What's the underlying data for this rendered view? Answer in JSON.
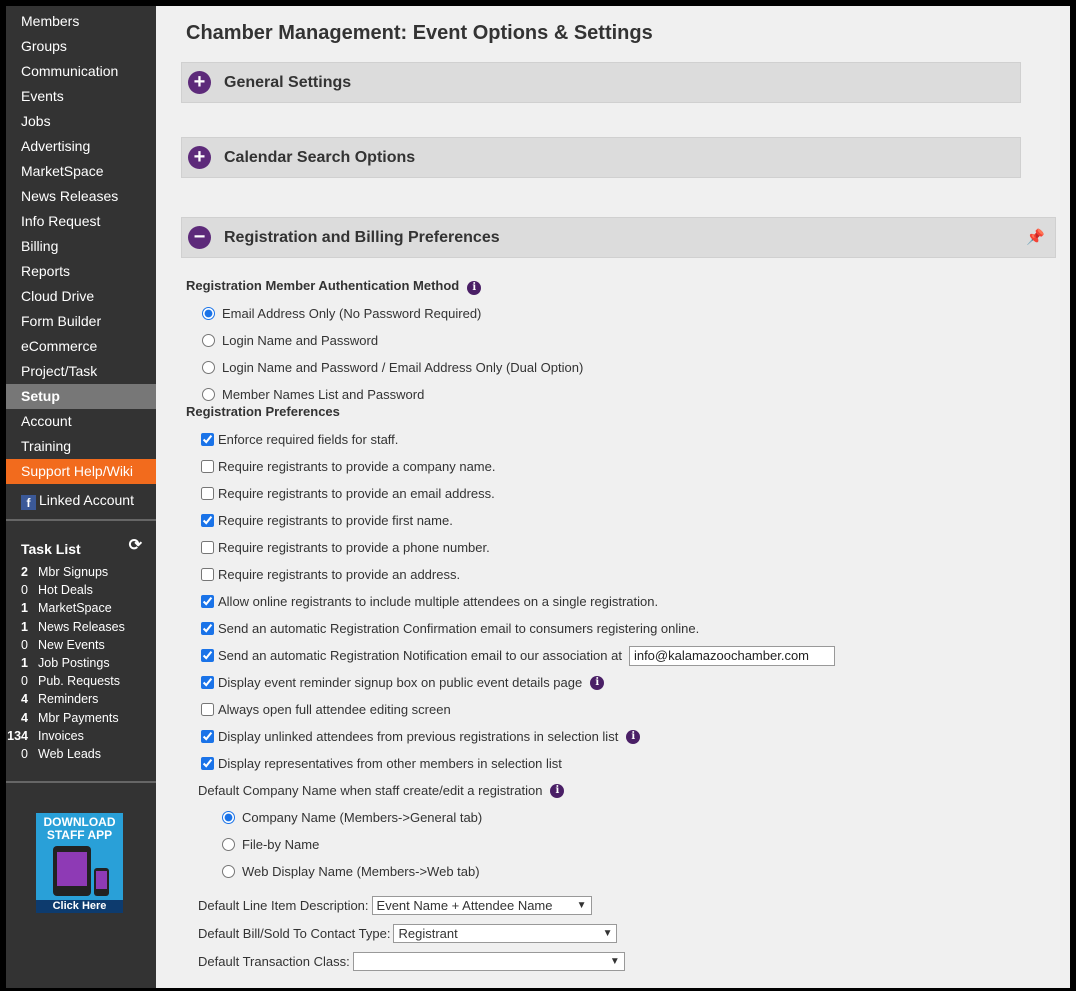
{
  "sidebar": {
    "items": [
      "Members",
      "Groups",
      "Communication",
      "Events",
      "Jobs",
      "Advertising",
      "MarketSpace",
      "News Releases",
      "Info Request",
      "Billing",
      "Reports",
      "Cloud Drive",
      "Form Builder",
      "eCommerce",
      "Project/Task",
      "Setup",
      "Account",
      "Training",
      "Support Help/Wiki"
    ],
    "active": "Setup",
    "linked_account": "Linked Account",
    "task_list": {
      "title": "Task List",
      "items": [
        {
          "count": "2",
          "label": "Mbr Signups",
          "bold": true
        },
        {
          "count": "0",
          "label": "Hot Deals",
          "bold": false
        },
        {
          "count": "1",
          "label": "MarketSpace",
          "bold": true
        },
        {
          "count": "1",
          "label": "News Releases",
          "bold": true
        },
        {
          "count": "0",
          "label": "New Events",
          "bold": false
        },
        {
          "count": "1",
          "label": "Job Postings",
          "bold": true
        },
        {
          "count": "0",
          "label": "Pub. Requests",
          "bold": false
        },
        {
          "count": "4",
          "label": "Reminders",
          "bold": true
        },
        {
          "count": "4",
          "label": "Mbr Payments",
          "bold": true
        },
        {
          "count": "134",
          "label": "Invoices",
          "bold": true
        },
        {
          "count": "0",
          "label": "Web Leads",
          "bold": false
        }
      ]
    },
    "ad": {
      "line1": "DOWNLOAD",
      "line2": "STAFF APP",
      "cta": "Click Here"
    }
  },
  "main": {
    "title": "Chamber Management: Event Options & Settings",
    "panels": [
      "General Settings",
      "Calendar Search Options",
      "Registration and Billing Preferences"
    ],
    "auth": {
      "heading": "Registration Member Authentication Method",
      "options": [
        "Email Address Only (No Password Required)",
        "Login Name and Password",
        "Login Name and Password / Email Address Only (Dual Option)",
        "Member Names List and Password"
      ],
      "selected": 0
    },
    "prefs": {
      "heading": "Registration Preferences",
      "items": [
        {
          "label": "Enforce required fields for staff.",
          "checked": true
        },
        {
          "label": "Require registrants to provide a company name.",
          "checked": false
        },
        {
          "label": "Require registrants to provide an email address.",
          "checked": false
        },
        {
          "label": "Require registrants to provide first name.",
          "checked": true
        },
        {
          "label": "Require registrants to provide a phone number.",
          "checked": false
        },
        {
          "label": "Require registrants to provide an address.",
          "checked": false
        },
        {
          "label": "Allow online registrants to include multiple attendees on a single registration.",
          "checked": true
        },
        {
          "label": "Send an automatic Registration Confirmation email to consumers registering online.",
          "checked": true
        },
        {
          "label": "Send an automatic Registration Notification email to our association at",
          "checked": true
        },
        {
          "label": "Display event reminder signup box on public event details page",
          "checked": true
        },
        {
          "label": "Always open full attendee editing screen",
          "checked": false
        },
        {
          "label": "Display unlinked attendees from previous registrations in selection list",
          "checked": true
        },
        {
          "label": "Display representatives from other members in selection list",
          "checked": true
        }
      ],
      "notify_email": "info@kalamazoochamber.com"
    },
    "company": {
      "label": "Default Company Name when staff create/edit a registration",
      "options": [
        "Company Name (Members->General tab)",
        "File-by Name",
        "Web Display Name (Members->Web tab)"
      ],
      "selected": 0
    },
    "line_item": {
      "label": "Default Line Item Description:",
      "value": "Event Name + Attendee Name"
    },
    "bill_to": {
      "label": "Default Bill/Sold To Contact Type:",
      "value": "Registrant"
    },
    "txn_class": {
      "label": "Default Transaction Class:",
      "value": ""
    }
  }
}
